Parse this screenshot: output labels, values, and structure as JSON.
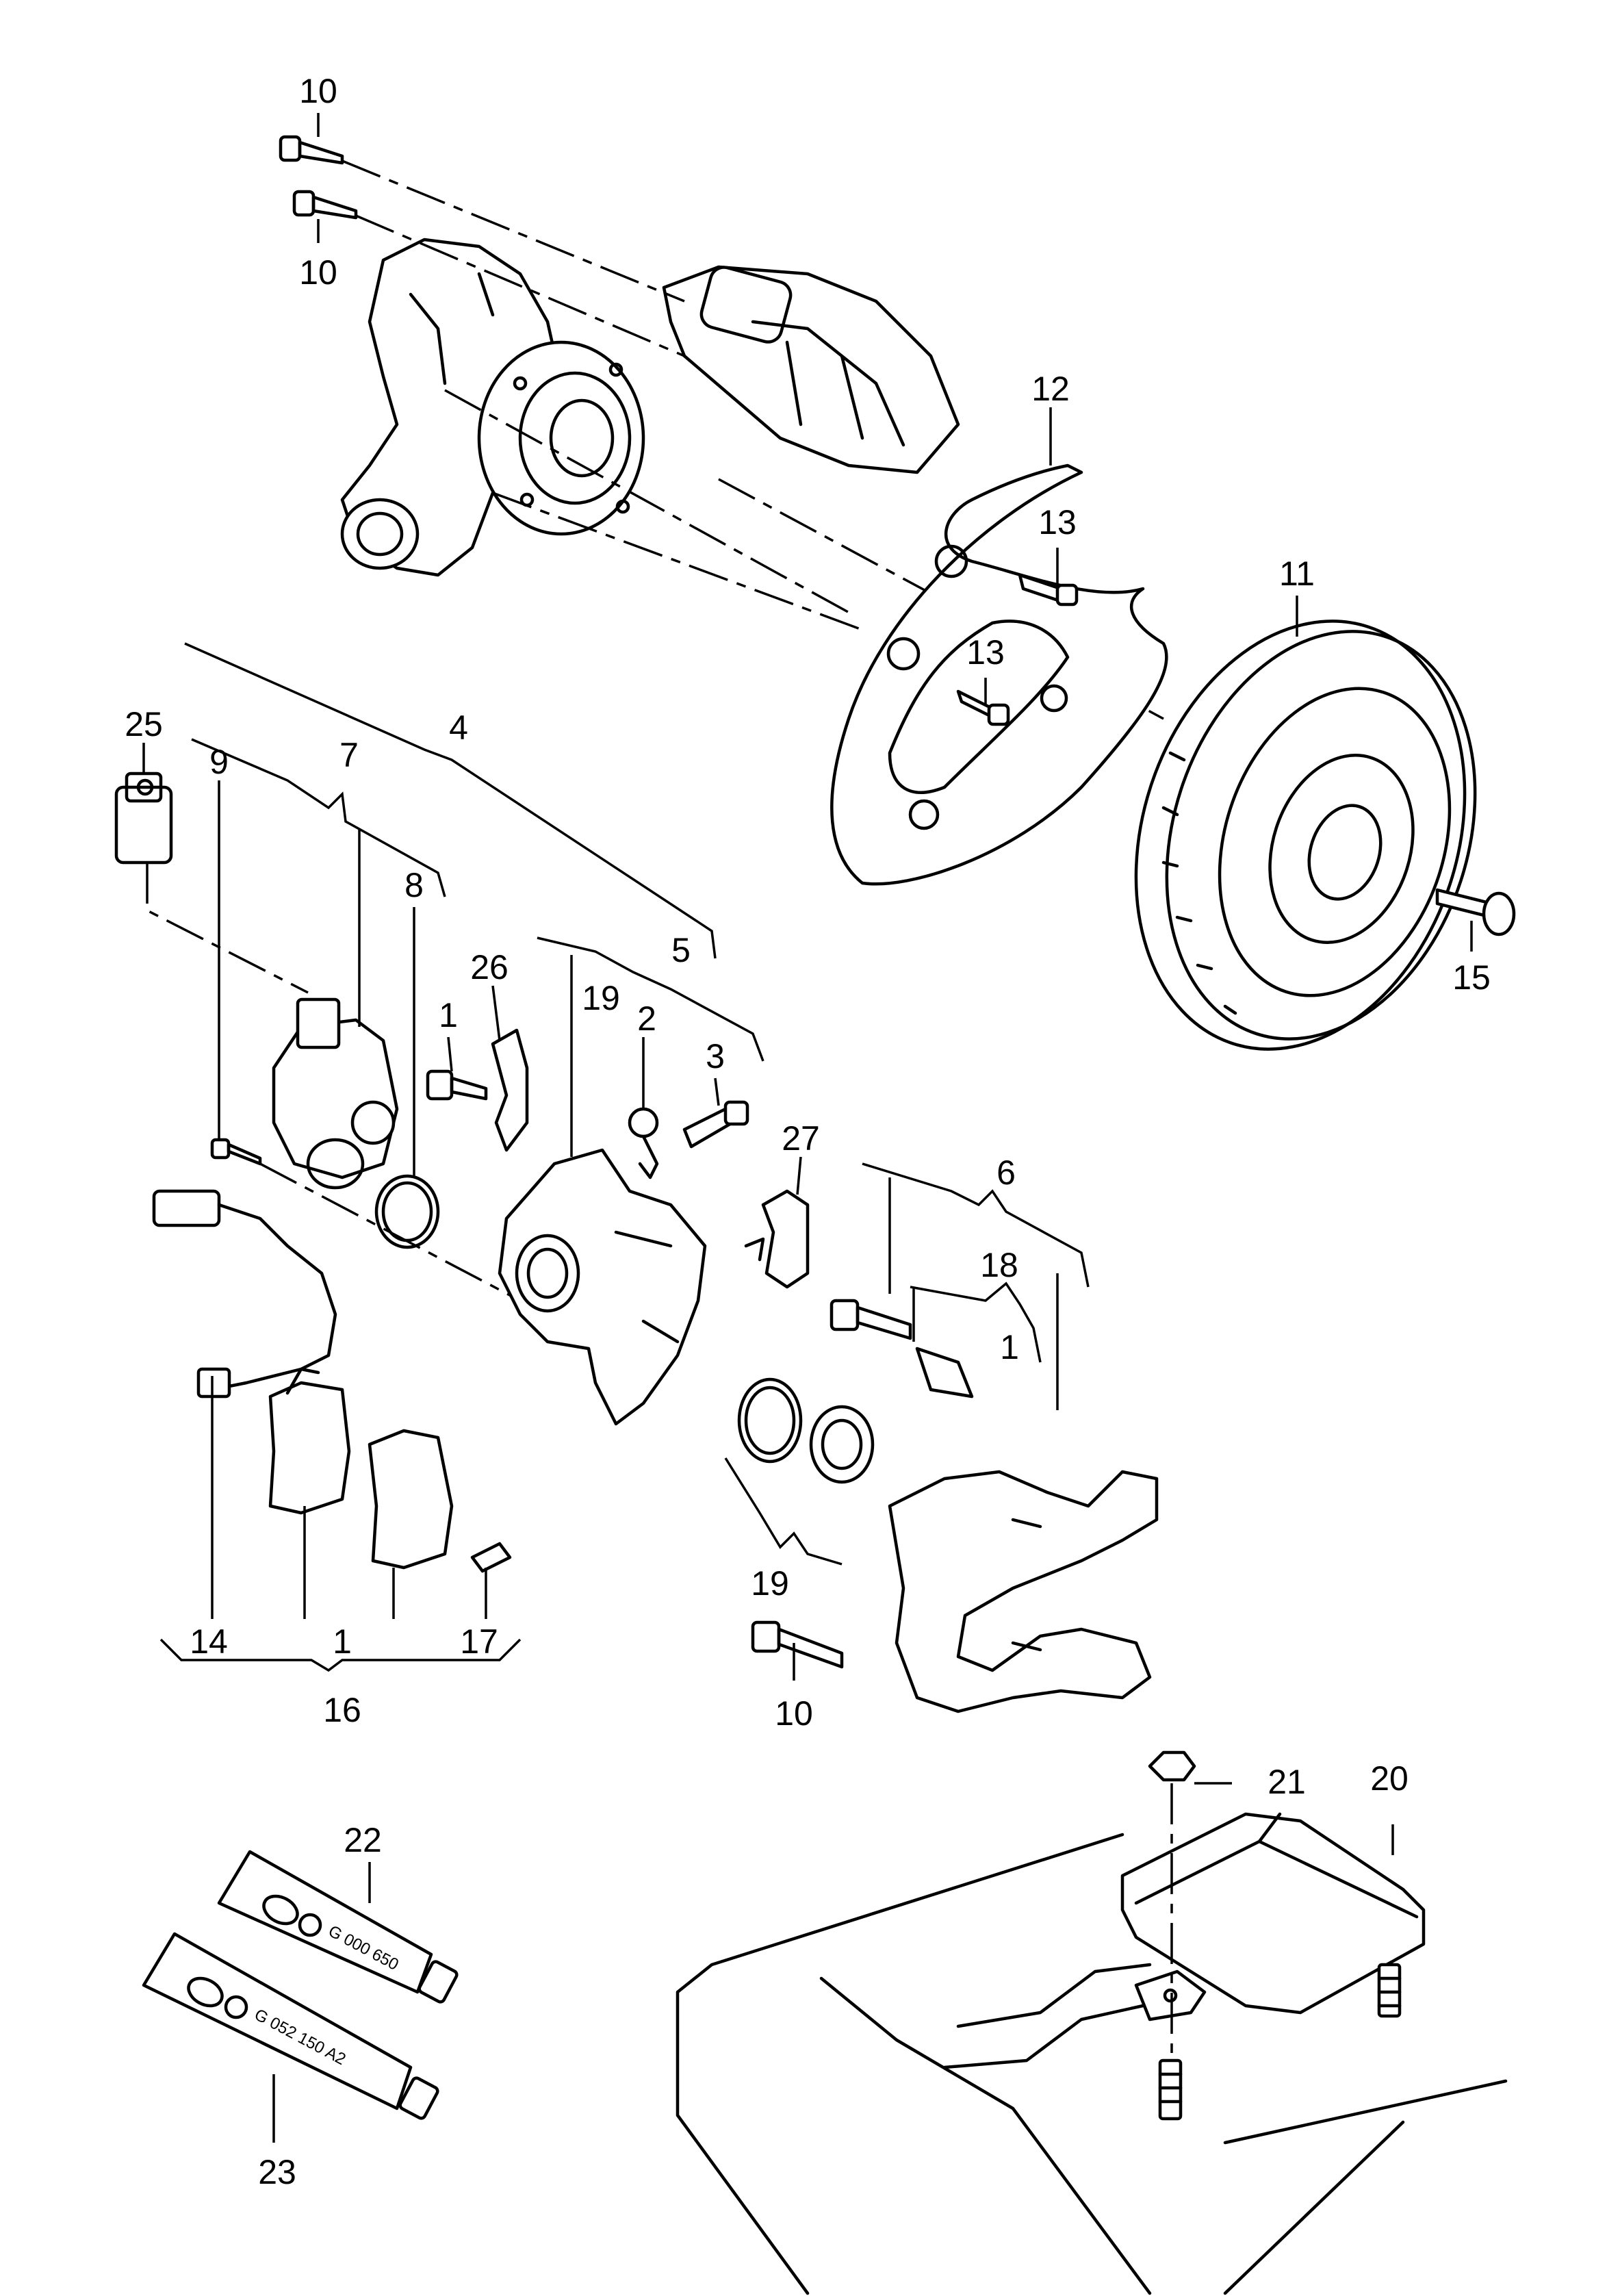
{
  "callouts": {
    "c10a": "10",
    "c10b": "10",
    "c12": "12",
    "c13a": "13",
    "c13b": "13",
    "c11": "11",
    "c15": "15",
    "c25": "25",
    "c9": "9",
    "c7": "7",
    "c4": "4",
    "c8": "8",
    "c26": "26",
    "c1a": "1",
    "c19a": "19",
    "c5": "5",
    "c2": "2",
    "c3": "3",
    "c27": "27",
    "c6": "6",
    "c18": "18",
    "c1b": "1",
    "c19b": "19",
    "c10c": "10",
    "c14": "14",
    "c1c": "1",
    "c17": "17",
    "c16": "16",
    "c21": "21",
    "c20": "20",
    "c22": "22",
    "c23": "23"
  },
  "tube_labels": {
    "g000650": "G 000 650",
    "g052150": "G 052 150 A2"
  },
  "logos": [
    "vw-logo",
    "vw-logo"
  ]
}
